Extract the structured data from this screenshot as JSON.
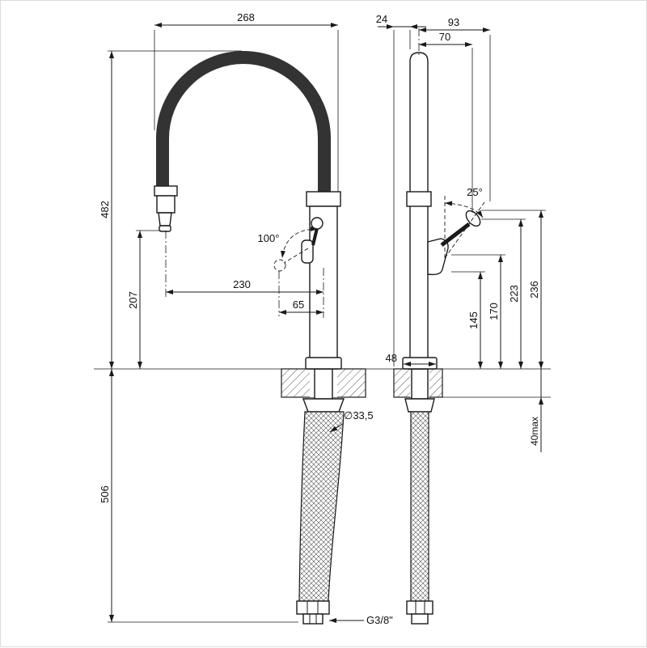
{
  "page": {
    "background": "#ffffff",
    "line_color": "#1a1a1a"
  },
  "front_view": {
    "dim_total_width": "268",
    "dim_height_above_deck": "482",
    "dim_spray_head_height": "207",
    "dim_height_below_deck": "506",
    "dim_spout_reach": "230",
    "dim_handle_offset": "65",
    "handle_swing_angle": "100°",
    "stem_diameter": "∅33,5"
  },
  "side_view": {
    "dim_rear_offset": "24",
    "dim_total_depth": "93",
    "dim_spout_depth": "70",
    "lever_tilt_angle": "25°",
    "dim_lever_base_height": "145",
    "dim_lever_pivot_height": "170",
    "dim_lever_knob_height": "223",
    "dim_lever_top_height": "236",
    "dim_base_width": "48",
    "dim_max_counter_thickness": "40max",
    "connection_thread": "G3/8\""
  }
}
